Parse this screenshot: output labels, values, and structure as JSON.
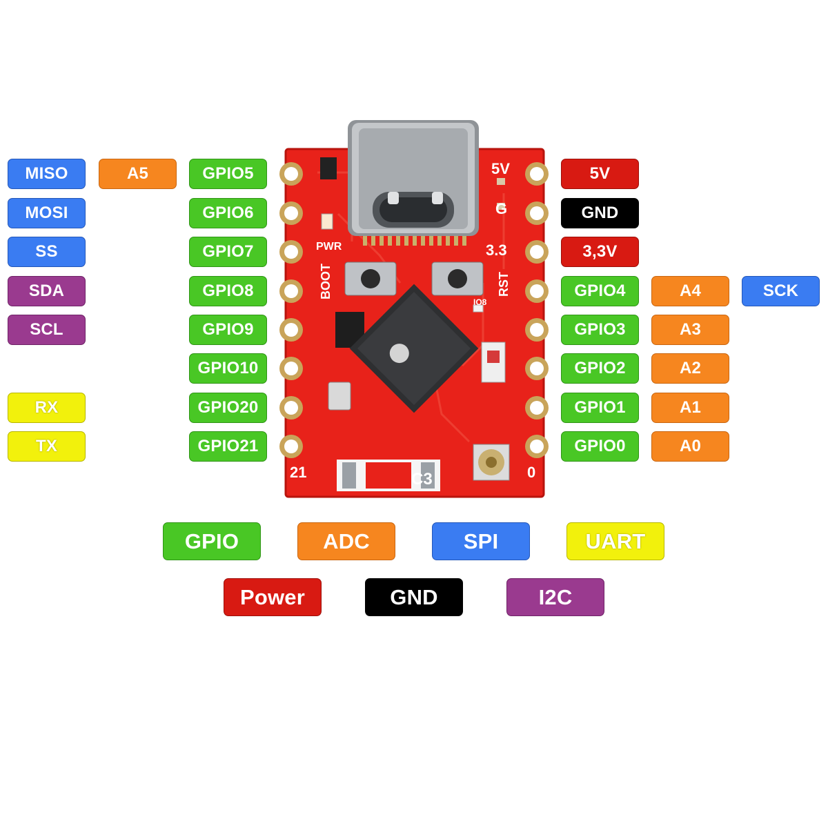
{
  "board": {
    "silk": {
      "v5": "5V",
      "g": "G",
      "v33": "3.3",
      "rst": "RST",
      "boot": "BOOT",
      "pwr": "PWR",
      "pin21": "21",
      "pin0": "0",
      "c3": "C3",
      "io8": "IO8"
    }
  },
  "pins": {
    "left_col1": [
      "MISO",
      "MOSI",
      "SS",
      "SDA",
      "SCL",
      "RX",
      "TX"
    ],
    "left_col2": [
      "A5"
    ],
    "left_col3": [
      "GPIO5",
      "GPIO6",
      "GPIO7",
      "GPIO8",
      "GPIO9",
      "GPIO10",
      "GPIO20",
      "GPIO21"
    ],
    "right_col1": [
      "5V",
      "GND",
      "3,3V",
      "GPIO4",
      "GPIO3",
      "GPIO2",
      "GPIO1",
      "GPIO0"
    ],
    "right_col2": [
      "A4",
      "A3",
      "A2",
      "A1",
      "A0"
    ],
    "right_col3": [
      "SCK"
    ]
  },
  "legend": {
    "row1": [
      "GPIO",
      "ADC",
      "SPI",
      "UART"
    ],
    "row2": [
      "Power",
      "GND",
      "I2C"
    ]
  },
  "colors": {
    "gpio": "#49c725",
    "adc": "#f6861f",
    "spi": "#3a7cf2",
    "uart": "#f2f10c",
    "power": "#d81a12",
    "gnd": "#000000",
    "i2c": "#9a3a8f",
    "pcb": "#e8221a"
  }
}
